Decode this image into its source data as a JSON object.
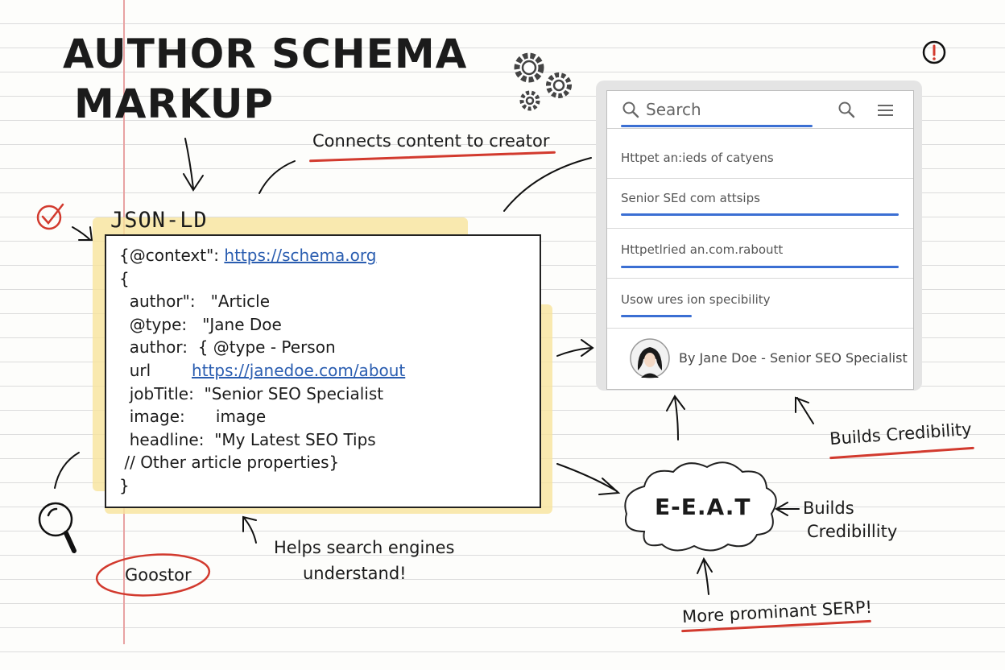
{
  "title": {
    "line1": "AUTHOR SCHEMA",
    "line2": "MARKUP"
  },
  "json_ld": {
    "label": "JSON-LD",
    "lines": [
      "{@context\": ",
      "{",
      "  author\":   \"Article",
      "  @type:   \"Jane Doe",
      "  author:  { @type - Person",
      "  url        ",
      "  jobTitle:  \"Senior SEO Specialist",
      "  image:      image",
      "  headline:  \"My Latest SEO Tips",
      " // Other article properties}",
      "}"
    ],
    "context_link": "https://schema.org",
    "url_link": "https://janedoe.com/about"
  },
  "annotations": {
    "connects": "Connects content to creator",
    "helps_line1": "Helps search engines",
    "helps_line2": "understand!",
    "builds_top": "Builds Credibility",
    "builds_line1": "Builds",
    "builds_line2": "Credibillity",
    "more_serp": "More prominant SERP!",
    "goostor": "Goostor",
    "eeat": "E-E.A.T",
    "alert": "!"
  },
  "serp": {
    "search_placeholder": "Search",
    "results": [
      "Httpet an:ieds of catyens",
      "Senior SEd com attsips",
      "Httpetlried an.com.raboutt",
      "Usow ures ion specibility"
    ],
    "byline": "By Jane Doe - Senior SEO Specialist"
  },
  "colors": {
    "accent_red": "#d23a2e",
    "link_blue": "#2a5db0",
    "highlight_yellow": "#f7e49c"
  },
  "icons": [
    "gear-icon",
    "search-icon",
    "menu-icon",
    "check-icon",
    "magnifier-icon",
    "alert-icon",
    "avatar"
  ]
}
